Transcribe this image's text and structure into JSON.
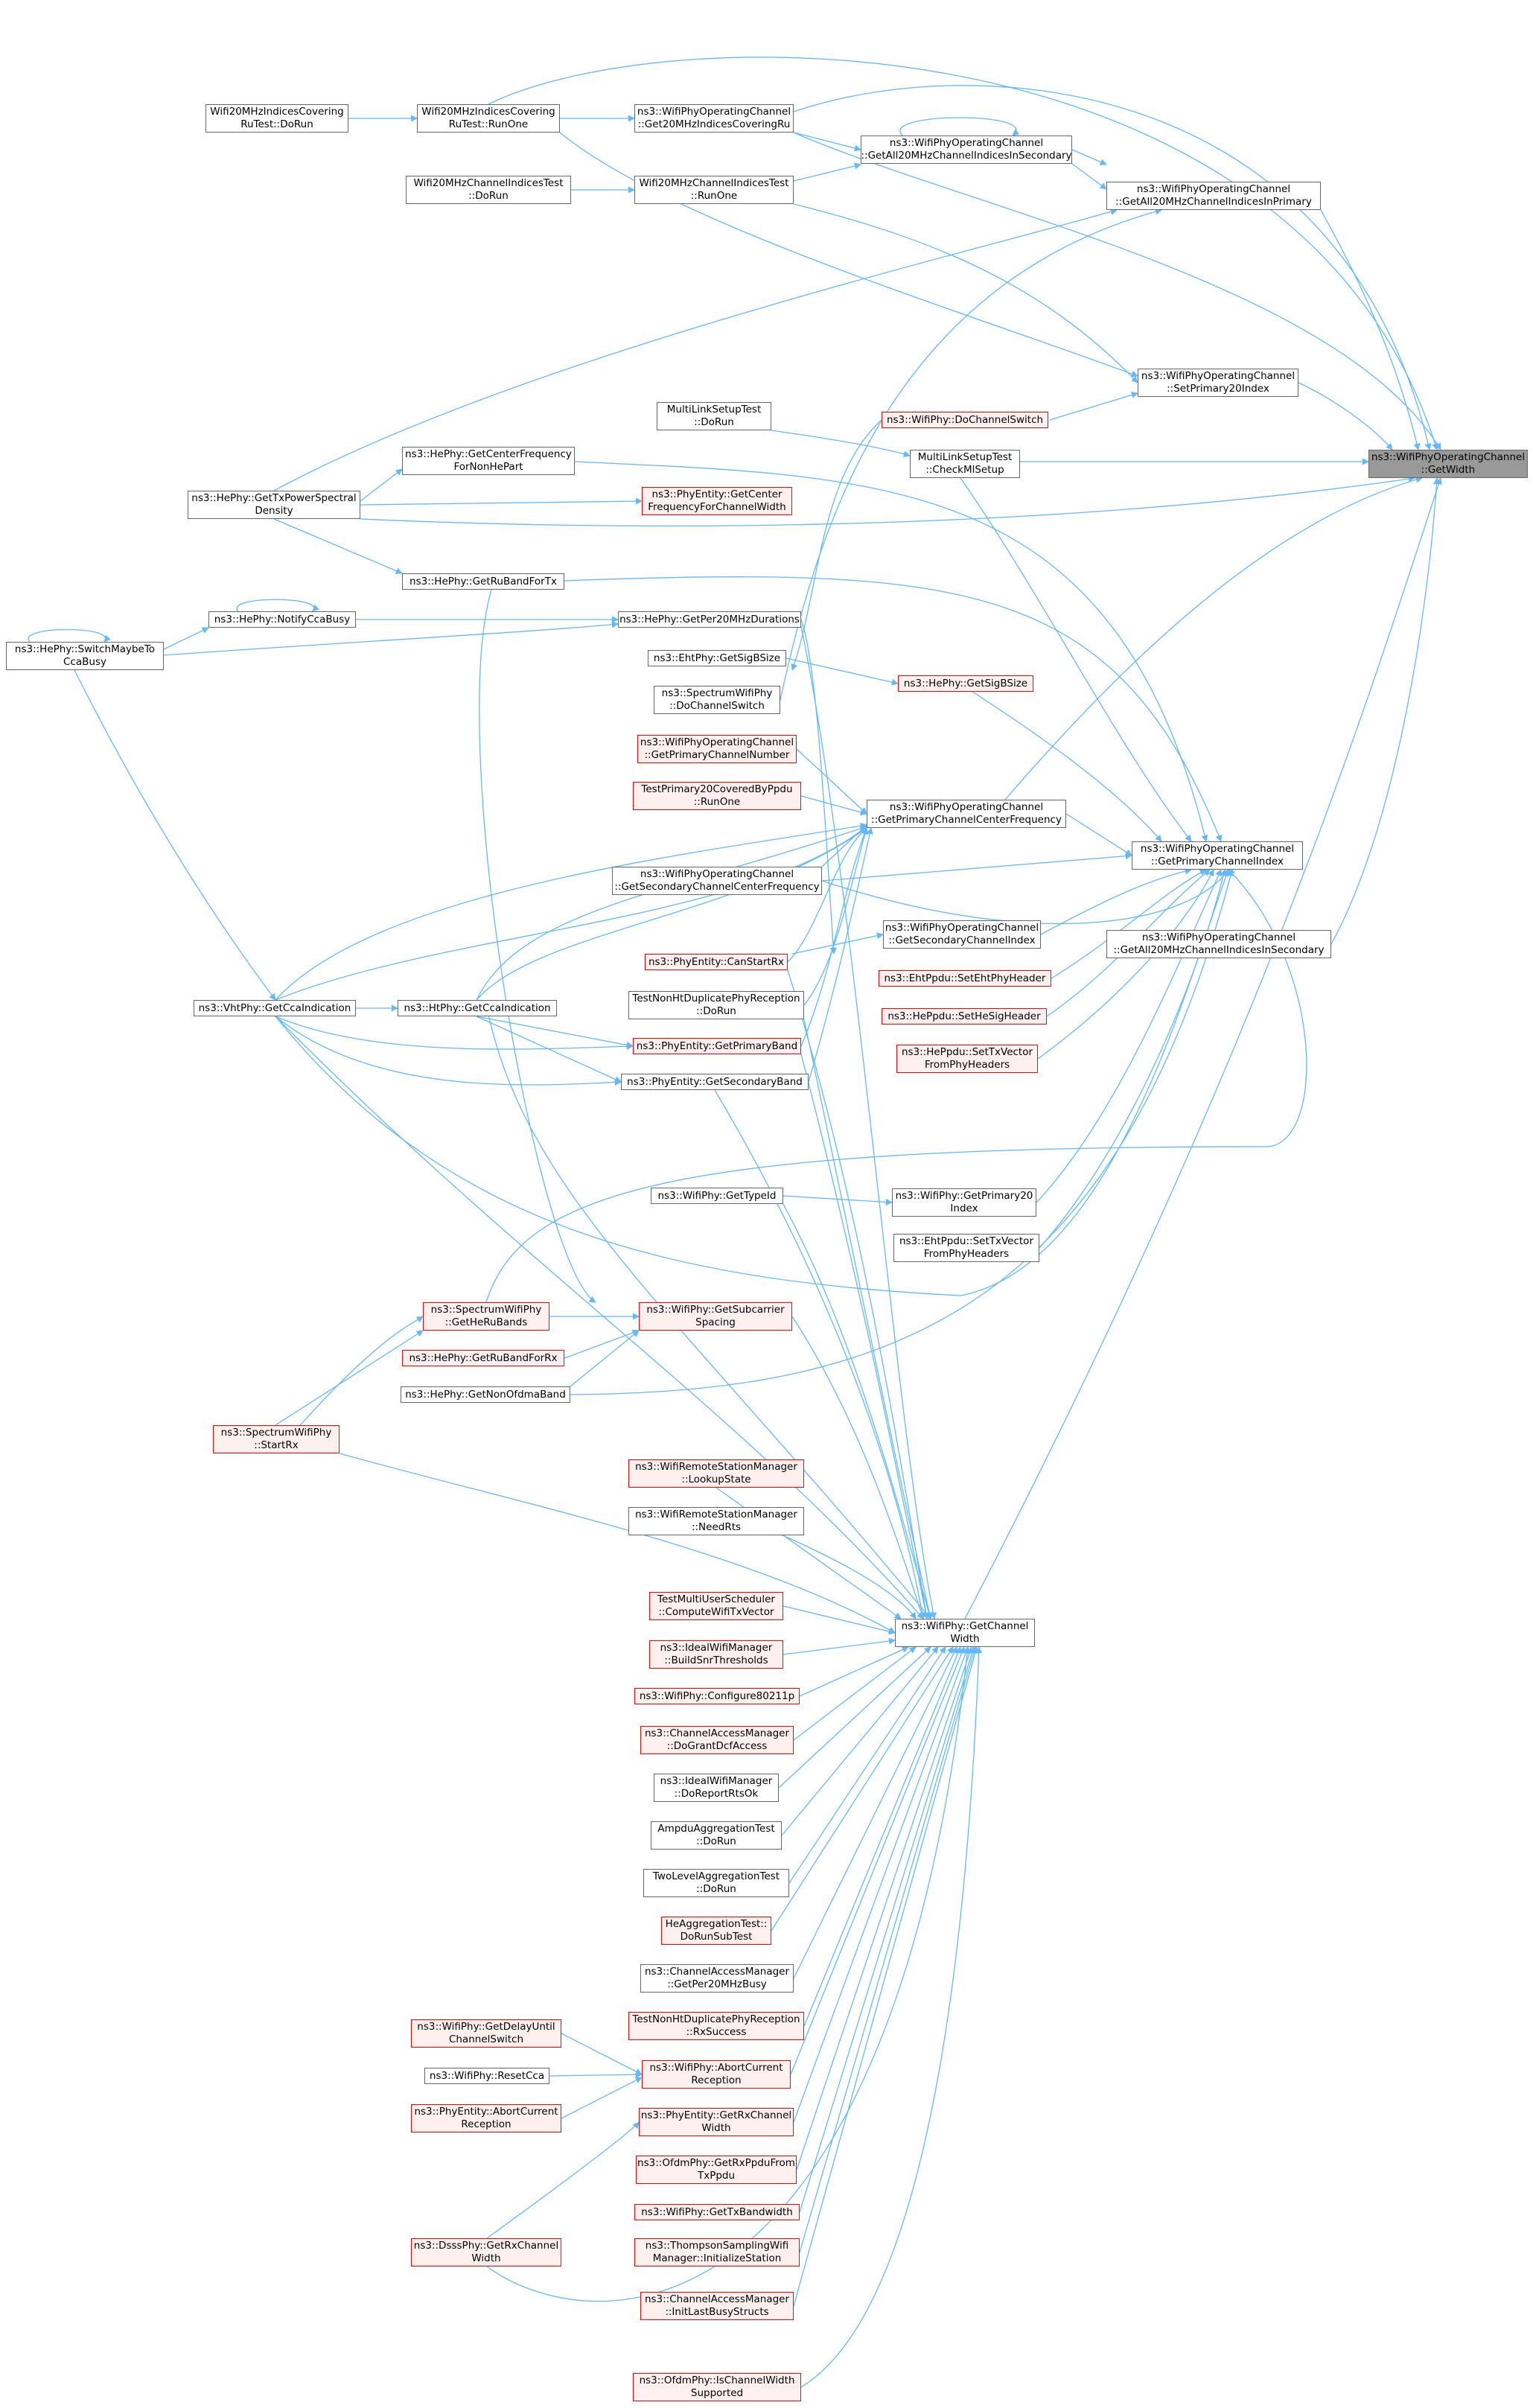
{
  "colors": {
    "edge": "#63b8ff",
    "node_border": "#666666",
    "root_fill": "#999999",
    "red_border": "#ff0000",
    "red_fill": "#fff0f0"
  },
  "nodes": [
    {
      "id": "root",
      "label": "ns3::WifiPhyOperatingChannel\n::GetWidth",
      "kind": "root"
    },
    {
      "id": "w20covDoRun",
      "label": "Wifi20MHzIndicesCovering\nRuTest::DoRun",
      "kind": "normal"
    },
    {
      "id": "w20covRunOne",
      "label": "Wifi20MHzIndicesCovering\nRuTest::RunOne",
      "kind": "normal"
    },
    {
      "id": "get20cov",
      "label": "ns3::WifiPhyOperatingChannel\n::Get20MHzIndicesCoveringRu",
      "kind": "normal"
    },
    {
      "id": "getAllSec",
      "label": "ns3::WifiPhyOperatingChannel\n::GetAll20MHzChannelIndicesInSecondary",
      "kind": "normal"
    },
    {
      "id": "w20chDoRun",
      "label": "Wifi20MHzChannelIndicesTest\n::DoRun",
      "kind": "normal"
    },
    {
      "id": "w20chRunOne",
      "label": "Wifi20MHzChannelIndicesTest\n::RunOne",
      "kind": "normal"
    },
    {
      "id": "getAllPri",
      "label": "ns3::WifiPhyOperatingChannel\n::GetAll20MHzChannelIndicesInPrimary",
      "kind": "normal"
    },
    {
      "id": "setPri20",
      "label": "ns3::WifiPhyOperatingChannel\n::SetPrimary20Index",
      "kind": "normal"
    },
    {
      "id": "mlDoRun",
      "label": "MultiLinkSetupTest\n::DoRun",
      "kind": "normal"
    },
    {
      "id": "doChSwitch",
      "label": "ns3::WifiPhy::DoChannelSwitch",
      "kind": "red"
    },
    {
      "id": "checkMl",
      "label": "MultiLinkSetupTest\n::CheckMlSetup",
      "kind": "normal"
    },
    {
      "id": "getCenterHe",
      "label": "ns3::HePhy::GetCenterFrequency\nForNonHePart",
      "kind": "normal"
    },
    {
      "id": "getTxPsd",
      "label": "ns3::HePhy::GetTxPowerSpectral\nDensity",
      "kind": "normal"
    },
    {
      "id": "peGetCenter",
      "label": "ns3::PhyEntity::GetCenter\nFrequencyForChannelWidth",
      "kind": "red"
    },
    {
      "id": "getRuBandTx",
      "label": "ns3::HePhy::GetRuBandForTx",
      "kind": "normal"
    },
    {
      "id": "notifyCca",
      "label": "ns3::HePhy::NotifyCcaBusy",
      "kind": "normal"
    },
    {
      "id": "getPer20",
      "label": "ns3::HePhy::GetPer20MHzDurations",
      "kind": "normal"
    },
    {
      "id": "switchCca",
      "label": "ns3::HePhy::SwitchMaybeTo\nCcaBusy",
      "kind": "normal"
    },
    {
      "id": "ehtSigB",
      "label": "ns3::EhtPhy::GetSigBSize",
      "kind": "normal"
    },
    {
      "id": "heSigB",
      "label": "ns3::HePhy::GetSigBSize",
      "kind": "red"
    },
    {
      "id": "specDoSwitch",
      "label": "ns3::SpectrumWifiPhy\n::DoChannelSwitch",
      "kind": "normal"
    },
    {
      "id": "getPriChNum",
      "label": "ns3::WifiPhyOperatingChannel\n::GetPrimaryChannelNumber",
      "kind": "red"
    },
    {
      "id": "testPri20",
      "label": "TestPrimary20CoveredByPpdu\n::RunOne",
      "kind": "red"
    },
    {
      "id": "getPriCF",
      "label": "ns3::WifiPhyOperatingChannel\n::GetPrimaryChannelCenterFrequency",
      "kind": "normal"
    },
    {
      "id": "getPriIdx",
      "label": "ns3::WifiPhyOperatingChannel\n::GetPrimaryChannelIndex",
      "kind": "normal"
    },
    {
      "id": "getSecCF",
      "label": "ns3::WifiPhyOperatingChannel\n::GetSecondaryChannelCenterFrequency",
      "kind": "normal"
    },
    {
      "id": "getSecIdx",
      "label": "ns3::WifiPhyOperatingChannel\n::GetSecondaryChannelIndex",
      "kind": "normal"
    },
    {
      "id": "getAllSec2",
      "label": "ns3::WifiPhyOperatingChannel\n::GetAll20MHzChannelIndicesInSecondary",
      "kind": "normal"
    },
    {
      "id": "canStartRx",
      "label": "ns3::PhyEntity::CanStartRx",
      "kind": "red"
    },
    {
      "id": "ehtSetHdr",
      "label": "ns3::EhtPpdu::SetEhtPhyHeader",
      "kind": "red"
    },
    {
      "id": "tnDoRun",
      "label": "TestNonHtDuplicatePhyReception\n::DoRun",
      "kind": "normal"
    },
    {
      "id": "heSetSig",
      "label": "ns3::HePpdu::SetHeSigHeader",
      "kind": "red"
    },
    {
      "id": "vhtCca",
      "label": "ns3::VhtPhy::GetCcaIndication",
      "kind": "normal"
    },
    {
      "id": "htCca",
      "label": "ns3::HtPhy::GetCcaIndication",
      "kind": "normal"
    },
    {
      "id": "getPriBand",
      "label": "ns3::PhyEntity::GetPrimaryBand",
      "kind": "red"
    },
    {
      "id": "heSetTx",
      "label": "ns3::HePpdu::SetTxVector\nFromPhyHeaders",
      "kind": "red"
    },
    {
      "id": "getSecBand",
      "label": "ns3::PhyEntity::GetSecondaryBand",
      "kind": "normal"
    },
    {
      "id": "getTypeId",
      "label": "ns3::WifiPhy::GetTypeId",
      "kind": "normal"
    },
    {
      "id": "getPri20",
      "label": "ns3::WifiPhy::GetPrimary20\nIndex",
      "kind": "normal"
    },
    {
      "id": "ehtSetTx",
      "label": "ns3::EhtPpdu::SetTxVector\nFromPhyHeaders",
      "kind": "normal"
    },
    {
      "id": "specHeRu",
      "label": "ns3::SpectrumWifiPhy\n::GetHeRuBands",
      "kind": "red"
    },
    {
      "id": "getSubc",
      "label": "ns3::WifiPhy::GetSubcarrier\nSpacing",
      "kind": "red"
    },
    {
      "id": "ruBandRx",
      "label": "ns3::HePhy::GetRuBandForRx",
      "kind": "red"
    },
    {
      "id": "nonOfdma",
      "label": "ns3::HePhy::GetNonOfdmaBand",
      "kind": "normal"
    },
    {
      "id": "specStartRx",
      "label": "ns3::SpectrumWifiPhy\n::StartRx",
      "kind": "red"
    },
    {
      "id": "lookup",
      "label": "ns3::WifiRemoteStationManager\n::LookupState",
      "kind": "red"
    },
    {
      "id": "needRts",
      "label": "ns3::WifiRemoteStationManager\n::NeedRts",
      "kind": "normal"
    },
    {
      "id": "getChW",
      "label": "ns3::WifiPhy::GetChannel\nWidth",
      "kind": "normal"
    },
    {
      "id": "tmuCompute",
      "label": "TestMultiUserScheduler\n::ComputeWifiTxVector",
      "kind": "red"
    },
    {
      "id": "idealBuild",
      "label": "ns3::IdealWifiManager\n::BuildSnrThresholds",
      "kind": "red"
    },
    {
      "id": "conf80211p",
      "label": "ns3::WifiPhy::Configure80211p",
      "kind": "red"
    },
    {
      "id": "camGrant",
      "label": "ns3::ChannelAccessManager\n::DoGrantDcfAccess",
      "kind": "red"
    },
    {
      "id": "idealReport",
      "label": "ns3::IdealWifiManager\n::DoReportRtsOk",
      "kind": "normal"
    },
    {
      "id": "ampdu",
      "label": "AmpduAggregationTest\n::DoRun",
      "kind": "normal"
    },
    {
      "id": "twoLevel",
      "label": "TwoLevelAggregationTest\n::DoRun",
      "kind": "normal"
    },
    {
      "id": "heAgg",
      "label": "HeAggregationTest::\nDoRunSubTest",
      "kind": "red"
    },
    {
      "id": "camPer20",
      "label": "ns3::ChannelAccessManager\n::GetPer20MHzBusy",
      "kind": "normal"
    },
    {
      "id": "tnRx",
      "label": "TestNonHtDuplicatePhyReception\n::RxSuccess",
      "kind": "red"
    },
    {
      "id": "delayCh",
      "label": "ns3::WifiPhy::GetDelayUntil\nChannelSwitch",
      "kind": "red"
    },
    {
      "id": "abortWifi",
      "label": "ns3::WifiPhy::AbortCurrent\nReception",
      "kind": "red"
    },
    {
      "id": "resetCca",
      "label": "ns3::WifiPhy::ResetCca",
      "kind": "normal"
    },
    {
      "id": "peAbort",
      "label": "ns3::PhyEntity::AbortCurrent\nReception",
      "kind": "red"
    },
    {
      "id": "peRxW",
      "label": "ns3::PhyEntity::GetRxChannel\nWidth",
      "kind": "red"
    },
    {
      "id": "ofdmRxPpdu",
      "label": "ns3::OfdmPhy::GetRxPpduFrom\nTxPpdu",
      "kind": "red"
    },
    {
      "id": "dsssRxW",
      "label": "ns3::DsssPhy::GetRxChannel\nWidth",
      "kind": "red"
    },
    {
      "id": "txBw",
      "label": "ns3::WifiPhy::GetTxBandwidth",
      "kind": "red"
    },
    {
      "id": "thompson",
      "label": "ns3::ThompsonSamplingWifi\nManager::InitializeStation",
      "kind": "red"
    },
    {
      "id": "camInit",
      "label": "ns3::ChannelAccessManager\n::InitLastBusyStructs",
      "kind": "red"
    },
    {
      "id": "ofdmIsW",
      "label": "ns3::OfdmPhy::IsChannelWidth\nSupported",
      "kind": "red"
    }
  ]
}
